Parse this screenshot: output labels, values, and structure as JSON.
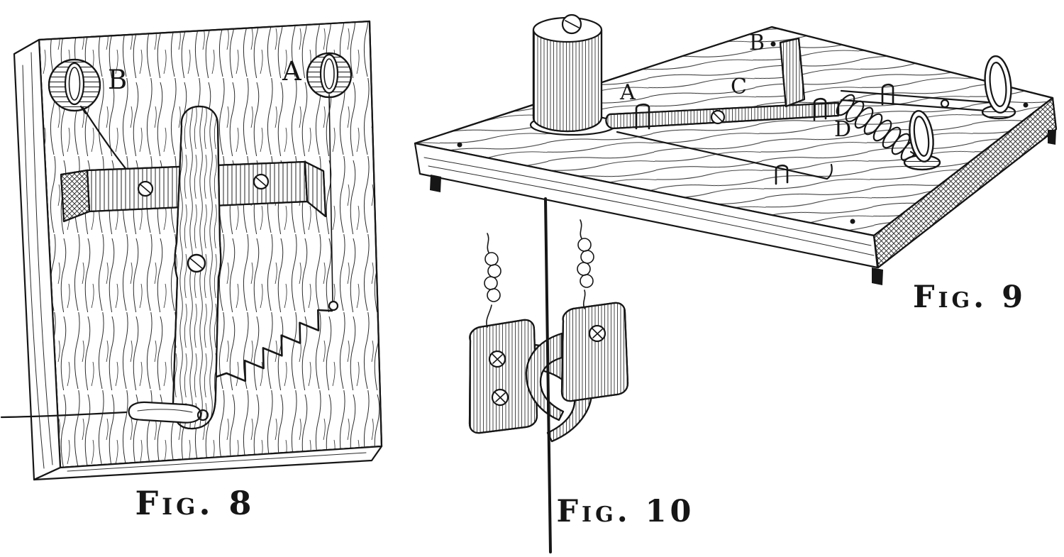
{
  "page": {
    "paper_color": "#ffffff",
    "ink_color": "#161616",
    "description": "Plate of three hand-drawn instrument figures"
  },
  "figures": {
    "fig8": {
      "caption": "Fig. 8",
      "labels": {
        "b": "B",
        "a": "A"
      }
    },
    "fig9": {
      "caption": "Fig. 9",
      "labels": {
        "a": "A",
        "b": "B",
        "c": "C",
        "d": "D"
      }
    },
    "fig10": {
      "caption": "Fig. 10"
    }
  }
}
